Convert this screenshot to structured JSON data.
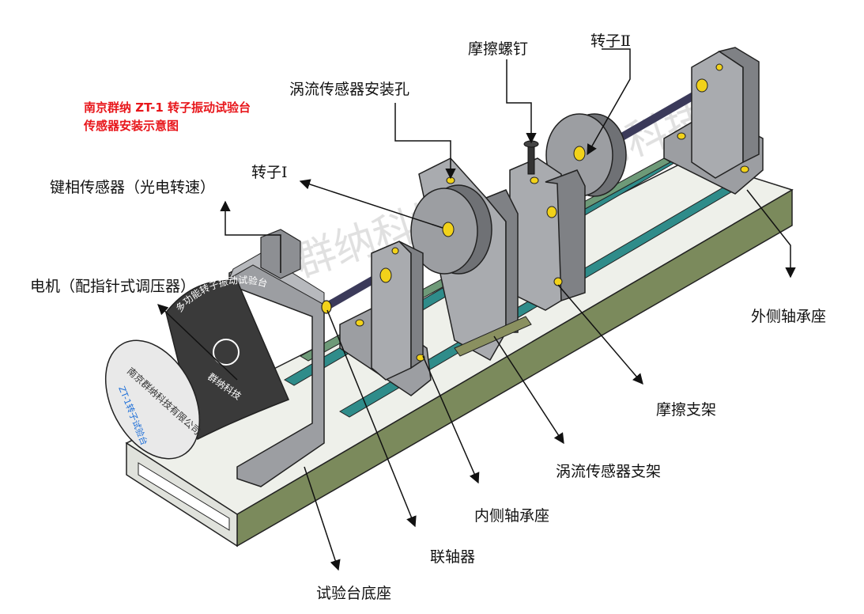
{
  "title": {
    "line1": "南京群纳 ZT-1 转子振动试验台",
    "line2": "传感器安装示意图"
  },
  "labels": {
    "friction_screw": "摩擦螺钉",
    "rotor2": "转子Ⅱ",
    "eddy_hole": "涡流传感器安装孔",
    "rotor1": "转子Ⅰ",
    "key_phase": "键相传感器（光电转速）",
    "motor": "电机（配指针式调压器）",
    "outer_bearing": "外侧轴承座",
    "friction_bracket": "摩擦支架",
    "eddy_bracket": "涡流传感器支架",
    "inner_bearing": "内侧轴承座",
    "coupling": "联轴器",
    "base": "试验台底座"
  },
  "motor_text": {
    "arc": "多功能转子振动试验台",
    "brand": "群纳科技",
    "company": "南京群纳科技有限公司",
    "model": "ZT-1转子试验台"
  },
  "watermark": "群纳科技",
  "colors": {
    "title_red": "#e8161b",
    "base_green": "#7b8a5c",
    "steel_grey": "#9c9ea2",
    "motor_dark": "#3a3a3a",
    "shaft": "#3b3a5a",
    "bolt_yellow": "#f2d21a",
    "rail_teal": "#2f8c8a"
  }
}
